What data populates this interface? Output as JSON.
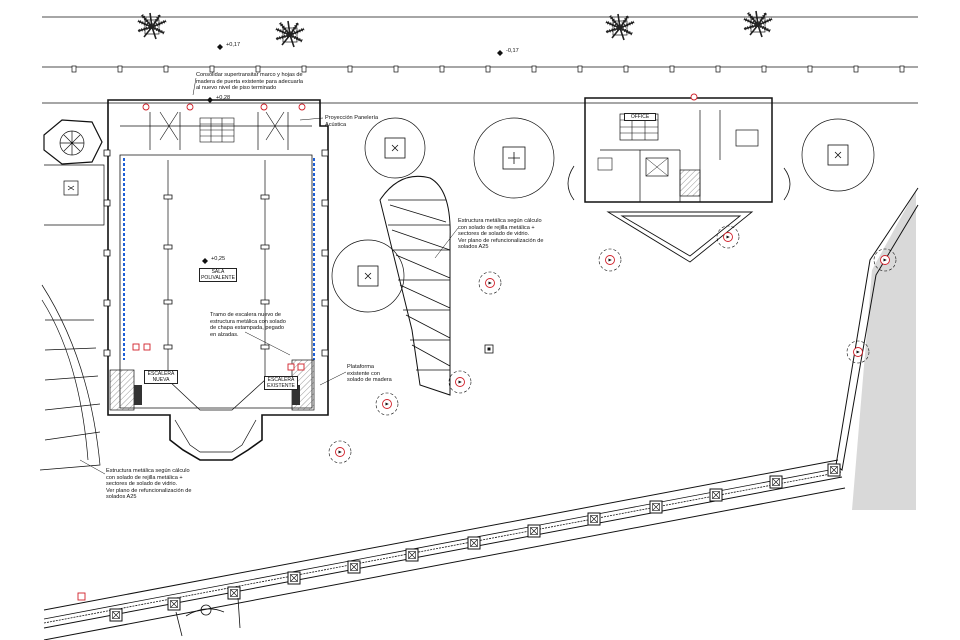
{
  "levels": {
    "exterior_left": "+0,17",
    "exterior_right": "-0,17",
    "entry": "+0,28",
    "hall": "+0,25"
  },
  "annotations": {
    "top_note": "Consolidar supertransitar marco y hojas de\nmadera de puerta existente para adecuarla\nal nuevo nivel de piso terminado",
    "panel_note": "Proyección Panelería\nAcústica",
    "grating_right": "Estructura metálica según cálculo\ncon solado de rejilla metálica +\nsectores de solado de vidrio.\nVer plano de refuncionalización de\nsolados A25",
    "stair_note": "Tramo de escalera nuevo de\nestructura metálica con solado\nde chapa estampada, pegado\nen alzadas.",
    "platform_note": "Plataforma\nexistente con\nsolado de madera",
    "grating_left": "Estructura metálica según cálculo\ncon solado de rejilla metálica +\nsectores de solado de vidrio.\nVer plano de refuncionalización de\nsolados A25"
  },
  "rooms": {
    "hall": "SALA\nPOLIVALENTE",
    "stair_left": "ESCALERA\nNUEVA",
    "stair_right": "ESCALERA\nEXISTENTE",
    "service": "OFFICE"
  },
  "colors": {
    "line": "#111111",
    "acoustic_panel": "#1e5fd6",
    "marker": "#d0202a",
    "shade": "#d9d9d9"
  }
}
